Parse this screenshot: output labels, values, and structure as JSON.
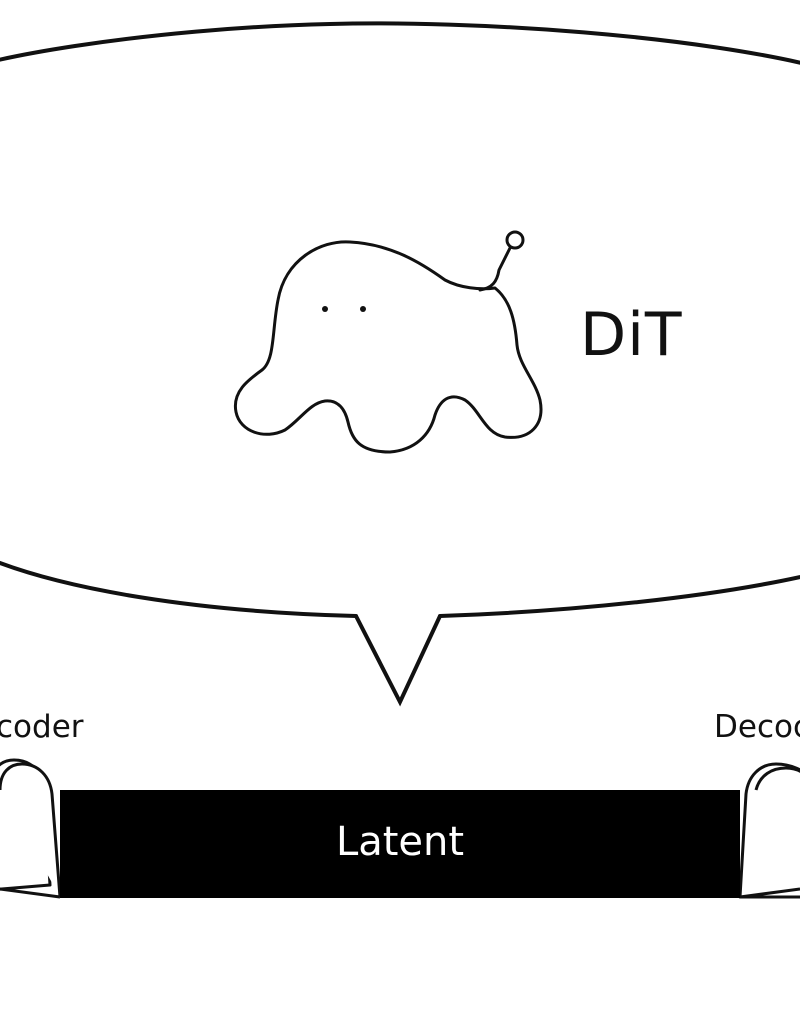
{
  "diagram": {
    "model_label": "DiT",
    "encoder_label": "coder",
    "decoder_label": "Decoc",
    "latent_label": "Latent"
  },
  "icons": {
    "mascot": "blob-robot-icon"
  },
  "colors": {
    "stroke": "#111111",
    "background": "#ffffff",
    "latent_fill": "#000000",
    "latent_text": "#ffffff"
  }
}
